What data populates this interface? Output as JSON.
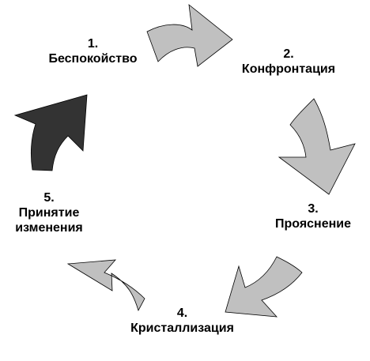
{
  "steps": [
    {
      "number": "1.",
      "lines": [
        "Беспокойство"
      ]
    },
    {
      "number": "2.",
      "lines": [
        "Конфронтация"
      ]
    },
    {
      "number": "3.",
      "lines": [
        "Прояснение"
      ]
    },
    {
      "number": "4.",
      "lines": [
        "Кристаллизация"
      ]
    },
    {
      "number": "5.",
      "lines": [
        "Принятие",
        "изменения"
      ]
    }
  ],
  "colors": {
    "arrow_light": "#c0c0c0",
    "arrow_dark": "#333333",
    "outline": "#000000",
    "text": "#000000"
  }
}
